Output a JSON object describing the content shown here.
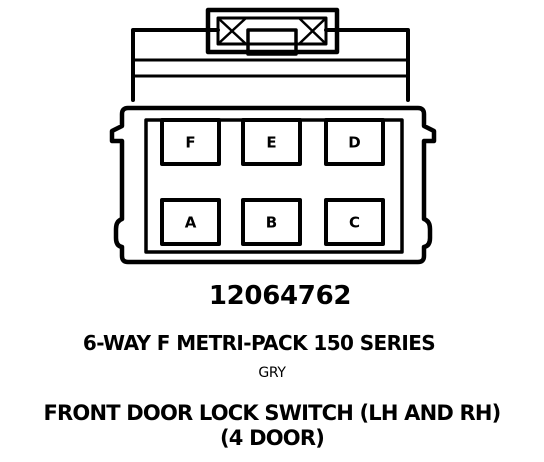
{
  "connector": {
    "cavities_top_row": [
      "F",
      "E",
      "D"
    ],
    "cavities_bottom_row": [
      "A",
      "B",
      "C"
    ],
    "part_number": "12064762",
    "description": "6-WAY F METRI-PACK 150 SERIES",
    "color_code": "GRY"
  },
  "component": {
    "title": "FRONT DOOR LOCK SWITCH (LH AND RH)",
    "subtitle": "(4 DOOR)"
  }
}
